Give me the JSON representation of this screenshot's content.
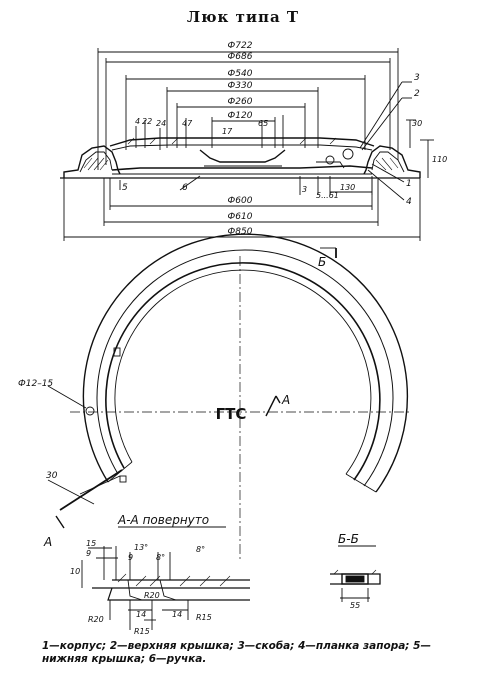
{
  "title": "Люк типа Т",
  "top_section": {
    "dims_top": [
      "Ф722",
      "Ф686",
      "Ф540",
      "Ф330",
      "Ф260",
      "Ф120"
    ],
    "dims_vertical": [
      "4",
      "22",
      "24",
      "47",
      "17",
      "65"
    ],
    "dims_right": [
      "30",
      "110"
    ],
    "callouts_right": [
      "3",
      "2",
      "1",
      "4"
    ],
    "callouts_bottom": [
      "5",
      "6",
      "3",
      "5...61",
      "130"
    ],
    "dims_bottom": [
      "Ф600",
      "Ф610",
      "Ф850"
    ]
  },
  "plan_view": {
    "section_mark_top": "Б",
    "center_label": "ГТС",
    "arrow_label": "А",
    "hole_label": "Ф12–15",
    "dim_30": "30",
    "arrow_label_left": "А"
  },
  "section_aa": {
    "title": "А-А повернуто",
    "dims": [
      "15",
      "9",
      "13°",
      "9",
      "8°",
      "8°",
      "10",
      "R20",
      "R20",
      "14",
      "14",
      "R15",
      "R15"
    ]
  },
  "section_bb": {
    "title": "Б-Б",
    "dim": "55"
  },
  "caption": {
    "text": "1—корпус; 2—верхняя крышка; 3—скоба; 4—планка запора; 5—нижняя крышка; 6—ручка."
  }
}
